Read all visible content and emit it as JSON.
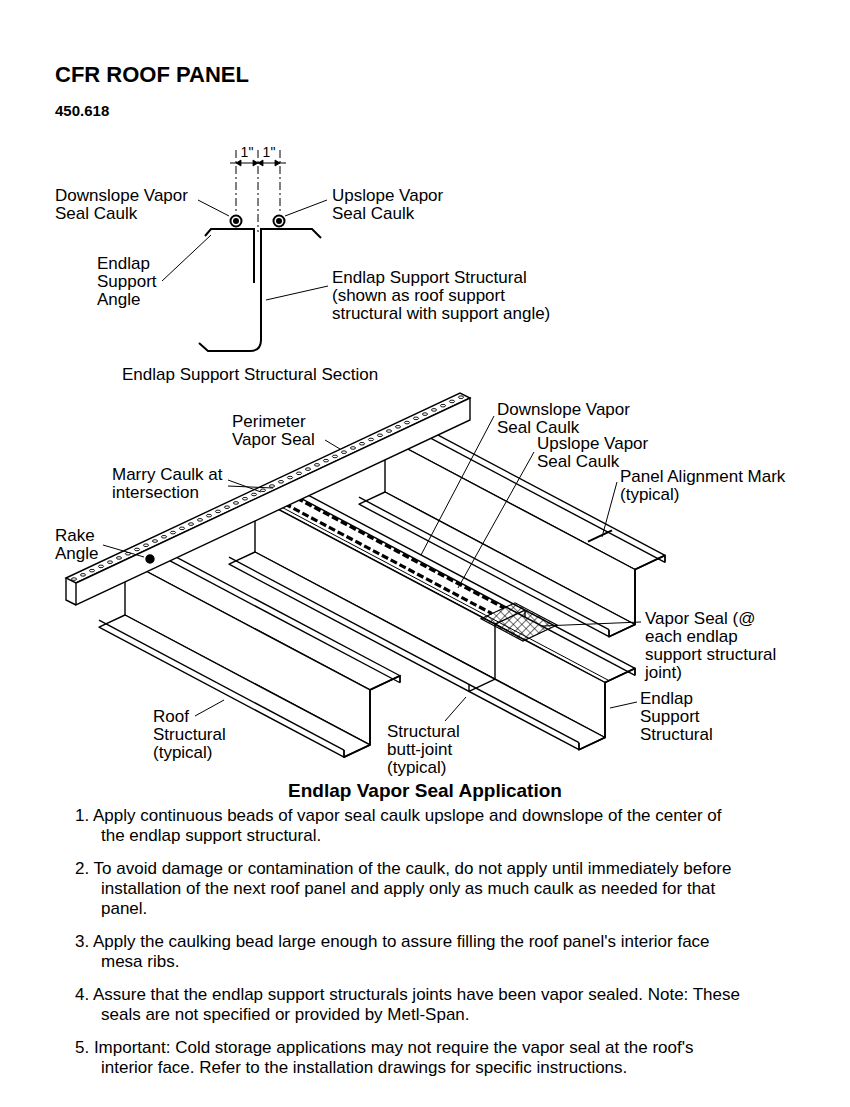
{
  "diagram": {
    "title": "CFR ROOF PANEL",
    "caption": "Endlap Vapor Seal Application",
    "labels": [
      "450.618",
      "1\"",
      "1\"",
      "Downslope Vapor Seal Caulk",
      "Upslope Vapor Seal Caulk",
      "Endlap Support Angle",
      "Endlap Support Structural (shown as roof support structural with support angle)",
      "Endlap Support Structural Section",
      "Perimeter Vapor Seal",
      "Downslope Vapor Seal Caulk",
      "Upslope Vapor Seal Caulk",
      "Marry Caulk at intersection",
      "Panel Alignment Mark (typical)",
      "Rake Angle",
      "Vapor Seal (@ each endlap support structural joint)",
      "Roof Structural (typical)",
      "Structural butt-joint (typical)",
      "Endlap Support Structural",
      "1. Apply continuous beads of vapor seal caulk upslope and downslope of the center of the endlap support structural.",
      "2. To avoid damage or contamination of the caulk, do not apply until immediately before installation of the next roof panel and apply only as much caulk as needed for that panel.",
      "3. Apply the caulking bead large enough to assure filling the roof panel's interior face mesa ribs.",
      "4. Assure that the endlap support structurals joints have been vapor sealed. Note: These seals are not specified or provided by Metl-Span.",
      "5. Important: Cold storage applications may not require the vapor seal at the roof's interior face. Refer to the installation drawings for specific instructions."
    ]
  }
}
